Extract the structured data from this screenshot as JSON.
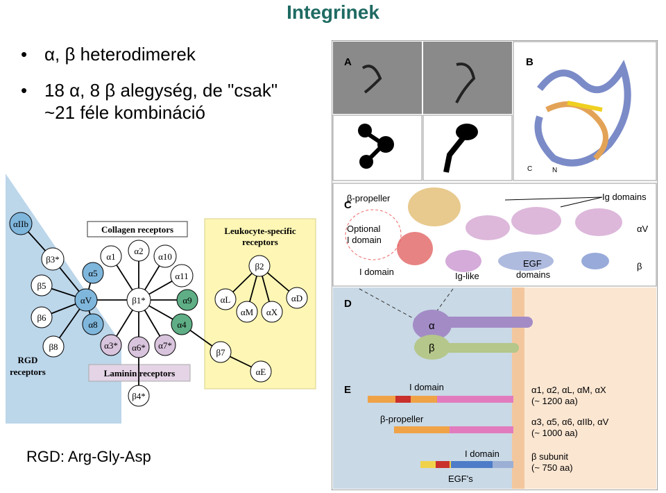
{
  "title": "Integrinek",
  "bullets": [
    {
      "marker": "•",
      "text": "α, β heterodimerek"
    },
    {
      "marker": "•",
      "text": "18 α, 8 β alegység, de \"csak\"",
      "text2": "~21 féle kombináció"
    }
  ],
  "footnote": "RGD: Arg-Gly-Asp",
  "network": {
    "collagen_label": "Collagen receptors",
    "leukocyte_label": "Leukocyte-specific receptors",
    "leukocyte_label_l1": "Leukocyte-specific",
    "leukocyte_label_l2": "receptors",
    "laminin_label": "Laminin receptors",
    "rgd_label_l1": "RGD",
    "rgd_label_l2": "receptors",
    "nodes": {
      "aIIb": "αIIb",
      "b3": "β3*",
      "b5": "β5",
      "b6": "β6",
      "b8": "β8",
      "aV": "αV",
      "a5": "α5",
      "a8": "α8",
      "b1": "β1*",
      "a1": "α1",
      "a2": "α2",
      "a10": "α10",
      "a11": "α11",
      "a9": "α9",
      "a4": "α4",
      "a7": "α7*",
      "a6": "α6*",
      "a3": "α3*",
      "b4": "β4*",
      "b7": "β7",
      "aE": "αE",
      "b2": "β2",
      "aL": "αL",
      "aM": "αM",
      "aX": "αX",
      "aD": "αD"
    }
  },
  "figure": {
    "panel_a": "A",
    "panel_b": "B",
    "panel_c": "C",
    "panel_d": "D",
    "panel_e": "E",
    "b_c": "C",
    "b_n": "N",
    "c_beta_propeller": "β-propeller",
    "c_optional1": "Optional",
    "c_optional2": "I domain",
    "c_idomain": "I domain",
    "c_iglike": "Ig-like",
    "c_egf1": "EGF",
    "c_egf2": "domains",
    "c_igdomains": "Ig domains",
    "c_alphaV": "αV",
    "c_beta": "β",
    "d_alpha": "α",
    "d_beta": "β",
    "e_idomain1": "I domain",
    "e_betaprop": "β-propeller",
    "e_idomain2": "I domain",
    "e_egfs": "EGF's",
    "e_label1a": "α1, α2, αL, αM, αX",
    "e_label1b": "(~ 1200 aa)",
    "e_label2a": "α3, α5, α6, αIIb, αV",
    "e_label2b": "(~ 1000 aa)",
    "e_label3a": "β subunit",
    "e_label3b": "(~ 750 aa)"
  },
  "colors": {
    "title": "#1f6b63",
    "rgd_triangle": "#bcd6ea",
    "leukocyte_box": "#fdf6b5",
    "laminin_box": "#e4d4e6",
    "node_blue": "#7fb6dc",
    "node_green": "#5fae86",
    "node_purple": "#d9c4dd",
    "membrane": "#f3c79e"
  }
}
